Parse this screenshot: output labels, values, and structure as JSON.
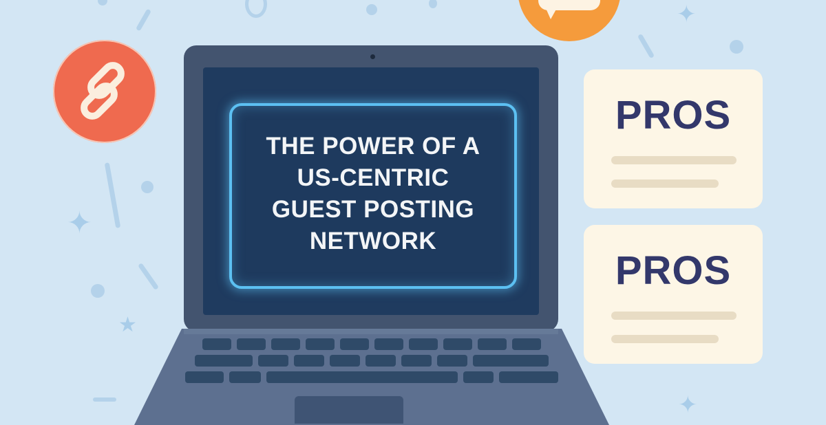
{
  "scene": {
    "description": "Illustration of a laptop with a glowing headline and two note cards",
    "background_color": "#d3e6f4"
  },
  "laptop": {
    "screen": {
      "headline_lines": [
        "THE POWER OF A",
        "US-CENTRIC",
        "GUEST POSTING",
        "NETWORK"
      ],
      "glow_color": "#5cc0f2",
      "screen_color": "#1e3a5e"
    },
    "body_color": "#43546f"
  },
  "badges": {
    "link": {
      "icon": "link-icon",
      "color": "#ef6a4f"
    },
    "chat": {
      "icon": "chat-bubble-icon",
      "color": "#f59b3c"
    }
  },
  "cards": [
    {
      "title": "PROS",
      "lines": 2
    },
    {
      "title": "PROS",
      "lines": 2
    }
  ],
  "colors": {
    "card_bg": "#fdf6e6",
    "card_title": "#33386b",
    "card_line": "#e8dcc4"
  }
}
